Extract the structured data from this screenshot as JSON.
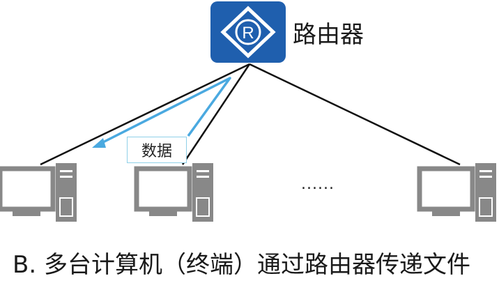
{
  "router": {
    "label": "路由器",
    "icon": "router-icon",
    "icon_letter": "R",
    "icon_color": "#1f5fae"
  },
  "data_tag": {
    "label": "数据",
    "border_color": "#8fd0e8"
  },
  "arrow_color": "#4aa9e0",
  "link_color": "#111111",
  "computer_icon": "computer-icon",
  "computer_color": "#888888",
  "ellipsis": "......",
  "caption": "B. 多台计算机（终端）通过路由器传递文件"
}
